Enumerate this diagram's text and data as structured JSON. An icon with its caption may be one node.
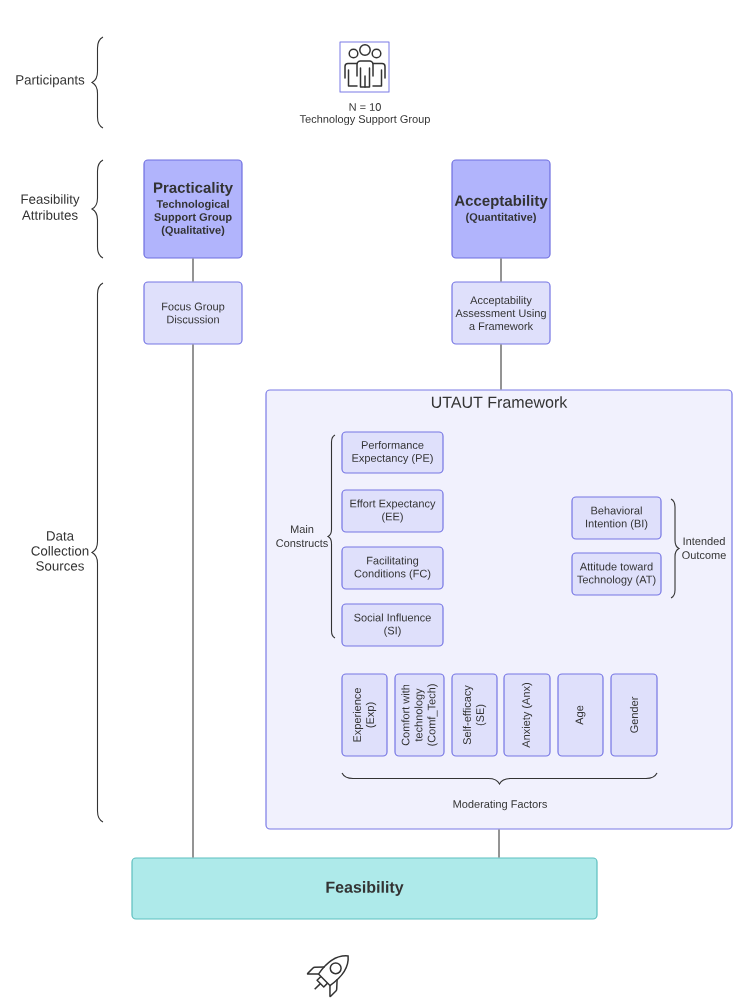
{
  "diagram": {
    "nodes": [
      {
        "text": [
          "Practicality",
          "Technological Support Group (Qualitative)"
        ]
      },
      {
        "text": [
          "Acceptability",
          "(Quantitative)"
        ]
      },
      {
        "text": [
          "Focus Group Discussion"
        ]
      },
      {
        "text": [
          "Acceptability Assessment Using a Framework"
        ]
      },
      {
        "text": [
          "UTAUT Framework"
        ]
      },
      {
        "text": [
          "Performance Expectancy (PE)"
        ],
        "in": 4
      },
      {
        "text": [
          "Effort Expectancy (EE)"
        ],
        "in": 4
      },
      {
        "text": [
          "Facilitating Conditions (FC)"
        ],
        "in": 4
      },
      {
        "text": [
          "Social Influence (SI)"
        ],
        "in": 4
      },
      {
        "text": [
          "Behavioral Intention (BI)"
        ],
        "in": 4
      },
      {
        "text": [
          "Attitude toward Technology (AT)"
        ],
        "in": 4
      },
      {
        "text": [
          "Experience (Exp)"
        ],
        "in": 4
      },
      {
        "text": [
          "Comfort with technology (Comf_Tech)"
        ],
        "in": 4
      },
      {
        "text": [
          "Self-efficacy (SE)"
        ],
        "in": 4
      },
      {
        "text": [
          "Anxiety (Anx)"
        ],
        "in": 4
      },
      {
        "text": [
          "Age"
        ],
        "in": 4
      },
      {
        "text": [
          "Gender"
        ],
        "in": 4
      },
      {
        "text": [
          "Feasibility"
        ]
      }
    ],
    "edges": [
      {
        "from": 0,
        "to": 2,
        "arrow": "none"
      },
      {
        "from": 1,
        "to": 3,
        "arrow": "none"
      },
      {
        "from": 3,
        "to": 4,
        "arrow": "none"
      },
      {
        "from": 2,
        "to": 17,
        "arrow": "none"
      },
      {
        "from": 4,
        "to": 17,
        "arrow": "none"
      }
    ],
    "labels": [
      "Participants",
      "N = 10",
      "Technology Support Group",
      "Feasibility Attributes",
      "Data Collection Sources",
      "Main Constructs",
      "Intended Outcome",
      "Moderating Factors"
    ]
  }
}
